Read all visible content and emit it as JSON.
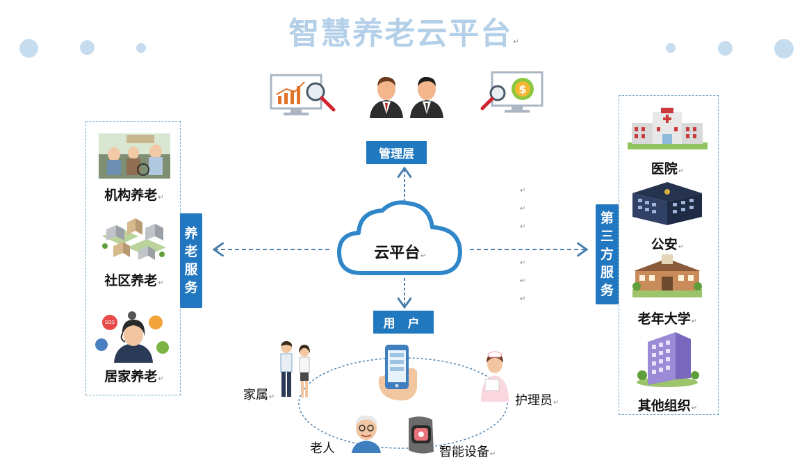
{
  "title": "智慧养老云平台",
  "center": {
    "label": "云平台"
  },
  "top_box": "管理层",
  "bottom_box": "用 户",
  "left_tab": [
    "养",
    "老",
    "服",
    "务"
  ],
  "right_tab": [
    "第",
    "三",
    "方",
    "服",
    "务"
  ],
  "left_items": [
    {
      "label": "机构养老",
      "icon": "institution-care-illustration"
    },
    {
      "label": "社区养老",
      "icon": "community-buildings-illustration"
    },
    {
      "label": "居家养老",
      "icon": "home-care-operator-illustration"
    }
  ],
  "right_items": [
    {
      "label": "医院",
      "icon": "hospital-building-illustration"
    },
    {
      "label": "公安",
      "icon": "police-building-illustration"
    },
    {
      "label": "老年大学",
      "icon": "university-building-illustration"
    },
    {
      "label": "其他组织",
      "icon": "office-building-illustration"
    }
  ],
  "users": {
    "family": "家属",
    "nurse": "护理员",
    "elder": "老人",
    "device": "智能设备"
  },
  "return_mark": "↵",
  "colors": {
    "accent": "#2078bf",
    "title": "#b3d0e8",
    "dots": "#c6dcef",
    "cloud_stroke": "#2f86c8"
  }
}
